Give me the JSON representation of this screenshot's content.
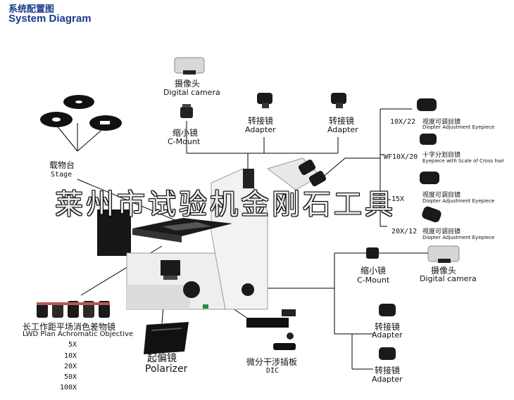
{
  "header": {
    "title_cn": "系统配置图",
    "title_en": "System Diagram"
  },
  "top": {
    "camera_cn": "摄像头",
    "camera_en": "Digital camera",
    "cmount_cn": "缩小镜",
    "cmount_en": "C-Mount",
    "adapter1_cn": "转接镜",
    "adapter1_en": "Adapter",
    "adapter2_cn": "转接镜",
    "adapter2_en": "Adapter"
  },
  "stage": {
    "cn": "载物台",
    "en": "Stage"
  },
  "eyepieces": [
    {
      "mag": "10X/22",
      "cn": "视度可调目镜",
      "en": "Diopter Adjustment Eyepiece"
    },
    {
      "mag": "WF10X/20",
      "cn": "十字分划目镜",
      "en": "Eyepiece with Scale of Cross hair"
    },
    {
      "mag": "15X",
      "cn": "视度可调目镜",
      "en": "Diopter Adjustment Eyepiece"
    },
    {
      "mag": "20X/12",
      "cn": "视度可调目镜",
      "en": "Diopter Adjustment Eyepiece"
    }
  ],
  "right": {
    "cmount_cn": "缩小镜",
    "cmount_en": "C-Mount",
    "camera_cn": "摄像头",
    "camera_en": "Digital camera",
    "adapter1_cn": "转接镜",
    "adapter1_en": "Adapter",
    "adapter2_cn": "转接镜",
    "adapter2_en": "Adapter"
  },
  "objective": {
    "cn": "长工作距平场消色差物镜",
    "en": "LWD Plan Achromatic Objective",
    "mags": [
      "5X",
      "10X",
      "20X",
      "50X",
      "100X"
    ]
  },
  "polarizer": {
    "cn": "起偏镜",
    "en": "Polarizer"
  },
  "dic": {
    "cn": "微分干涉插板",
    "en": "DIC"
  },
  "watermark": "莱州市试验机金刚石工具"
}
